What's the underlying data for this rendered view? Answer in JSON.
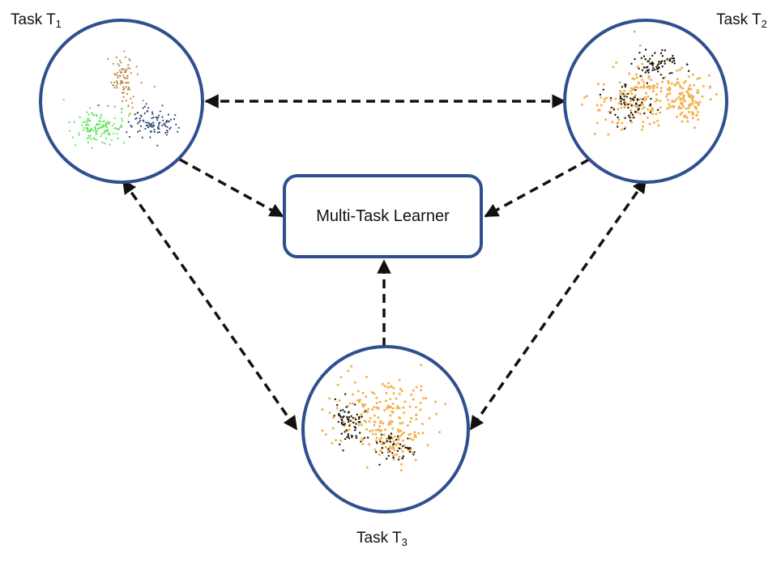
{
  "nodes": {
    "task1": {
      "prefix": "Task T",
      "subscript": "1"
    },
    "task2": {
      "prefix": "Task T",
      "subscript": "2"
    },
    "task3": {
      "prefix": "Task T",
      "subscript": "3"
    },
    "learner": {
      "label": "Multi-Task Learner"
    }
  },
  "edges": [
    {
      "from": "task1",
      "to": "task2",
      "style": "dashed",
      "direction": "both"
    },
    {
      "from": "task1",
      "to": "task3",
      "style": "dashed",
      "direction": "both"
    },
    {
      "from": "task2",
      "to": "task3",
      "style": "dashed",
      "direction": "both"
    },
    {
      "from": "task1",
      "to": "learner",
      "style": "dashed",
      "direction": "forward"
    },
    {
      "from": "task2",
      "to": "learner",
      "style": "dashed",
      "direction": "forward"
    },
    {
      "from": "task3",
      "to": "learner",
      "style": "dashed",
      "direction": "forward"
    }
  ],
  "colors": {
    "circle_stroke": "#2f4f8f",
    "box_stroke": "#2f4f8f",
    "arrow": "#111111",
    "cluster_tan": "#b8864a",
    "cluster_green": "#5ee45e",
    "cluster_navy": "#33497a",
    "cluster_orange": "#f2b24e",
    "cluster_dark": "#1a1208"
  }
}
